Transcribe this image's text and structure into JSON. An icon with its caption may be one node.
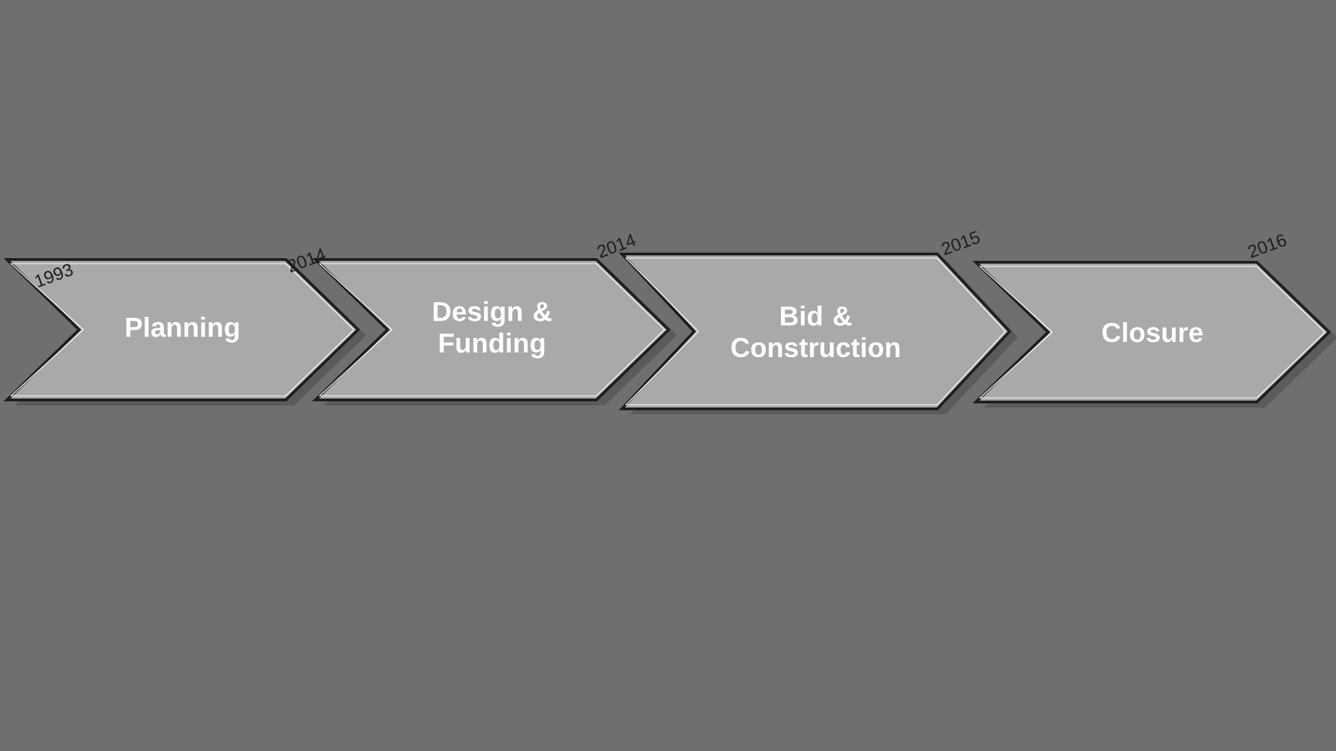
{
  "diagram": {
    "nodes": [
      {
        "text": [
          "Planning"
        ]
      },
      {
        "text": [
          "Design & Funding"
        ]
      },
      {
        "text": [
          "Bid & Construction"
        ]
      },
      {
        "text": [
          "Closure"
        ]
      }
    ],
    "labels": [
      "1993",
      "2014",
      "2014",
      "2015",
      "2016"
    ]
  }
}
